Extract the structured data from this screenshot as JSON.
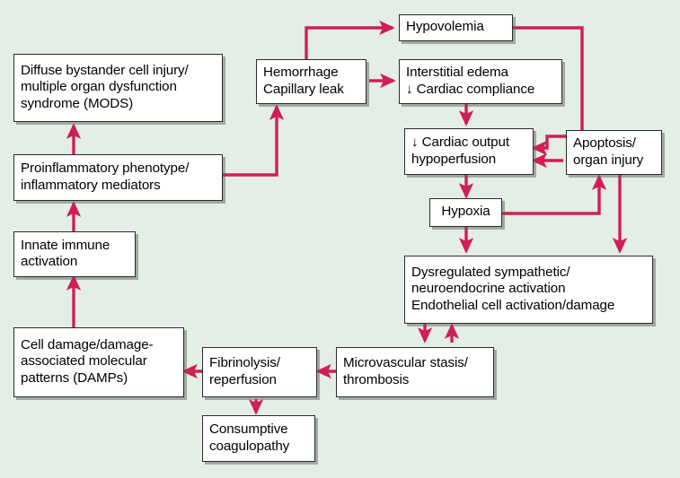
{
  "figure": {
    "kind": "flow-diagram",
    "subject": "Pathophysiology of shock: cell damage, inflammation and organ dysfunction cycle",
    "background_color": "#e3eee4",
    "box_fill": "#ffffff",
    "box_border_color": "#2b2b2b",
    "arrow_color": "#cf1f54",
    "text_color": "#000000"
  },
  "chart_data": {
    "type": "diagram",
    "title": "",
    "nodes": [
      {
        "id": "mods",
        "lines": [
          "Diffuse bystander cell injury/",
          "multiple organ dysfunction",
          "syndrome (MODS)"
        ]
      },
      {
        "id": "hemorrhage",
        "lines": [
          "Hemorrhage",
          "Capillary leak"
        ]
      },
      {
        "id": "hypovolemia",
        "lines": [
          "Hypovolemia"
        ]
      },
      {
        "id": "edema",
        "lines": [
          "Interstitial edema",
          "↓ Cardiac compliance"
        ]
      },
      {
        "id": "cardiac",
        "lines": [
          "↓ Cardiac output",
          "hypoperfusion"
        ]
      },
      {
        "id": "apoptosis",
        "lines": [
          "Apoptosis/",
          "organ injury"
        ]
      },
      {
        "id": "proinflam",
        "lines": [
          "Proinflammatory phenotype/",
          "inflammatory mediators"
        ]
      },
      {
        "id": "hypoxia",
        "lines": [
          "Hypoxia"
        ]
      },
      {
        "id": "innate",
        "lines": [
          "Innate immune",
          "activation"
        ]
      },
      {
        "id": "dysreg",
        "lines": [
          "Dysregulated sympathetic/",
          "neuroendocrine activation",
          "Endothelial cell activation/damage"
        ]
      },
      {
        "id": "damps",
        "lines": [
          "Cell damage/damage-",
          "associated molecular",
          "patterns (DAMPs)"
        ]
      },
      {
        "id": "fibrinolysis",
        "lines": [
          "Fibrinolysis/",
          "reperfusion"
        ]
      },
      {
        "id": "microvasc",
        "lines": [
          "Microvascular stasis/",
          "thrombosis"
        ]
      },
      {
        "id": "consumptive",
        "lines": [
          "Consumptive",
          "coagulopathy"
        ]
      }
    ],
    "edges": [
      {
        "from": "proinflam",
        "to": "mods",
        "direction": "up"
      },
      {
        "from": "innate",
        "to": "proinflam",
        "direction": "up"
      },
      {
        "from": "damps",
        "to": "innate",
        "direction": "up"
      },
      {
        "from": "proinflam",
        "to": "hemorrhage",
        "direction": "right-up"
      },
      {
        "from": "hemorrhage",
        "to": "hypovolemia",
        "direction": "up-right"
      },
      {
        "from": "hemorrhage",
        "to": "edema",
        "direction": "right"
      },
      {
        "from": "hypovolemia",
        "to": "cardiac",
        "direction": "right-down-left"
      },
      {
        "from": "edema",
        "to": "cardiac",
        "direction": "down"
      },
      {
        "from": "apoptosis",
        "to": "cardiac",
        "direction": "left"
      },
      {
        "from": "cardiac",
        "to": "hypoxia",
        "direction": "down"
      },
      {
        "from": "hypoxia",
        "to": "apoptosis",
        "direction": "right-up"
      },
      {
        "from": "hypoxia",
        "to": "dysreg",
        "direction": "down"
      },
      {
        "from": "apoptosis",
        "to": "dysreg",
        "direction": "down"
      },
      {
        "from": "dysreg",
        "to": "microvasc",
        "direction": "down"
      },
      {
        "from": "microvasc",
        "to": "dysreg",
        "direction": "up"
      },
      {
        "from": "microvasc",
        "to": "fibrinolysis",
        "direction": "left"
      },
      {
        "from": "fibrinolysis",
        "to": "damps",
        "direction": "left"
      },
      {
        "from": "fibrinolysis",
        "to": "consumptive",
        "direction": "down"
      }
    ]
  },
  "nodes": {
    "mods": {
      "l1": "Diffuse bystander cell injury/",
      "l2": "multiple organ dysfunction",
      "l3": "syndrome (MODS)"
    },
    "hemorrhage": {
      "l1": "Hemorrhage",
      "l2": "Capillary leak"
    },
    "hypovolemia": {
      "l1": "Hypovolemia"
    },
    "edema": {
      "l1": "Interstitial edema",
      "l2": "↓ Cardiac compliance"
    },
    "cardiac": {
      "l1": "↓ Cardiac output",
      "l2": "hypoperfusion"
    },
    "apoptosis": {
      "l1": "Apoptosis/",
      "l2": "organ injury"
    },
    "proinflam": {
      "l1": "Proinflammatory phenotype/",
      "l2": "inflammatory mediators"
    },
    "hypoxia": {
      "l1": "Hypoxia"
    },
    "innate": {
      "l1": "Innate immune",
      "l2": "activation"
    },
    "dysreg": {
      "l1": "Dysregulated sympathetic/",
      "l2": "neuroendocrine activation",
      "l3": "Endothelial cell activation/damage"
    },
    "damps": {
      "l1": "Cell damage/damage-",
      "l2": "associated molecular",
      "l3": "patterns (DAMPs)"
    },
    "fibrinolysis": {
      "l1": "Fibrinolysis/",
      "l2": "reperfusion"
    },
    "microvasc": {
      "l1": "Microvascular stasis/",
      "l2": "thrombosis"
    },
    "consumptive": {
      "l1": "Consumptive",
      "l2": "coagulopathy"
    }
  }
}
